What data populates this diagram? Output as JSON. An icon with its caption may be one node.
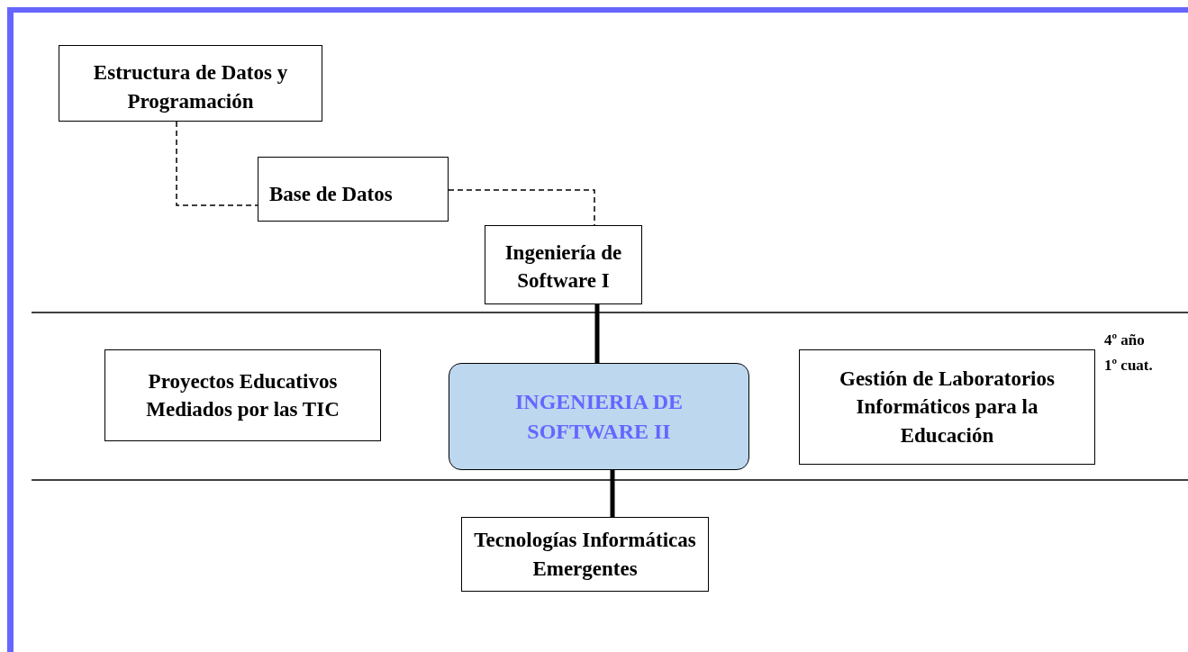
{
  "diagram": {
    "nodes": [
      {
        "text": [
          "Estructura de Datos y Programación"
        ]
      },
      {
        "text": [
          "Base de Datos"
        ]
      },
      {
        "text": [
          "Ingeniería de Software I"
        ]
      },
      {
        "text": [
          "Proyectos Educativos Mediados por las TIC"
        ]
      },
      {
        "text": [
          "INGENIERIA DE SOFTWARE II"
        ]
      },
      {
        "text": [
          "Gestión de Laboratorios Informáticos para la Educación"
        ]
      },
      {
        "text": [
          "Tecnologías Informáticas Emergentes"
        ]
      }
    ],
    "edges": [
      {
        "from": 0,
        "to": 1,
        "arrow": "none",
        "style": "dashed"
      },
      {
        "from": 1,
        "to": 2,
        "arrow": "none",
        "style": "dashed"
      },
      {
        "from": 2,
        "to": 4,
        "arrow": "none",
        "style": "thick"
      },
      {
        "from": 4,
        "to": 6,
        "arrow": "none",
        "style": "thick"
      }
    ],
    "labels": [
      "4º año",
      "1º cuat."
    ]
  }
}
